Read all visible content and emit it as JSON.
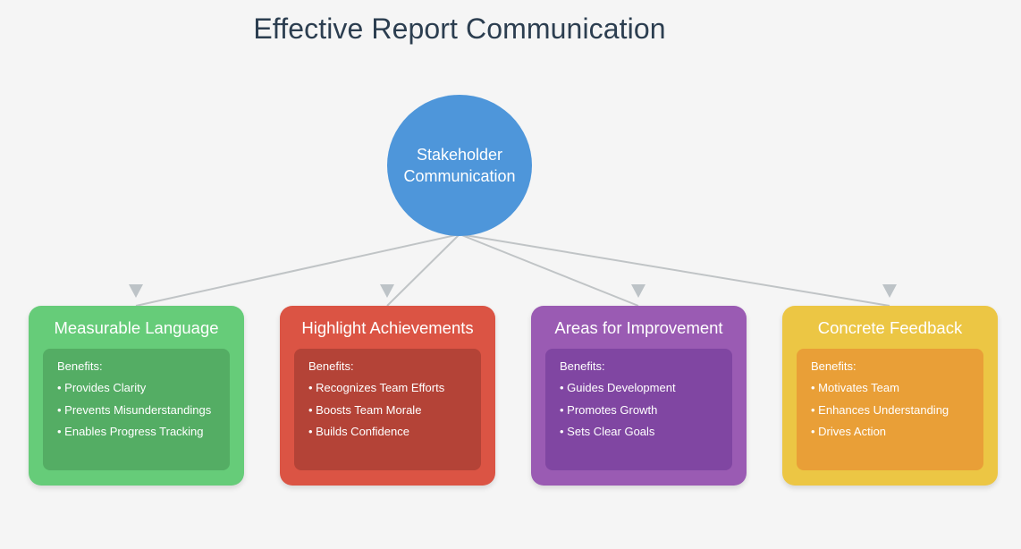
{
  "title": "Effective Report Communication",
  "hub": {
    "line1": "Stakeholder",
    "line2": "Communication",
    "color": "#4e96da"
  },
  "connector_color": "#c0c4c6",
  "benefits_heading": "Benefits:",
  "cards": [
    {
      "title": "Measurable Language",
      "color": "#66cc79",
      "panel_color": "#54ad64",
      "benefits": [
        "• Provides Clarity",
        "• Prevents Misunderstandings",
        "• Enables Progress Tracking"
      ]
    },
    {
      "title": "Highlight Achievements",
      "color": "#db5444",
      "panel_color": "#b44337",
      "benefits": [
        "• Recognizes Team Efforts",
        "• Boosts Team Morale",
        "• Builds Confidence"
      ]
    },
    {
      "title": "Areas for Improvement",
      "color": "#9a5bb3",
      "panel_color": "#8046a2",
      "benefits": [
        "• Guides Development",
        "• Promotes Growth",
        "• Sets Clear Goals"
      ]
    },
    {
      "title": "Concrete Feedback",
      "color": "#ecc644",
      "panel_color": "#e99f37",
      "benefits": [
        "• Motivates Team",
        "• Enhances Understanding",
        "• Drives Action"
      ]
    }
  ]
}
